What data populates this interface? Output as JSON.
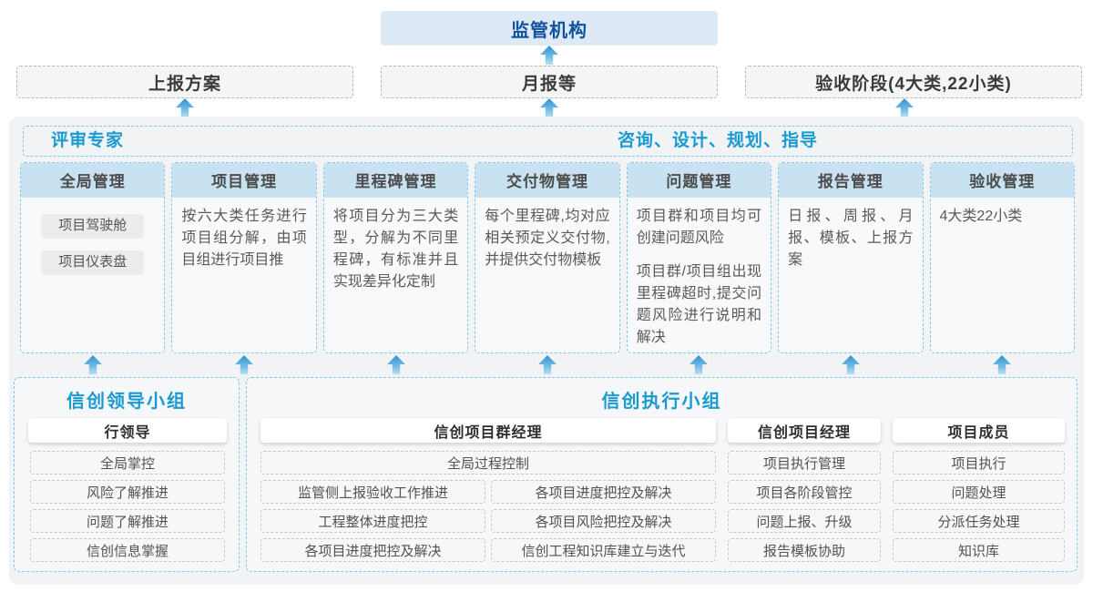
{
  "colors": {
    "accent_blue": "#1b9ad2",
    "dark_blue": "#10529e",
    "arrow_blue": "#2f93cf",
    "header_fill": "#c9e2f1"
  },
  "top_box": {
    "label": "监管机构"
  },
  "report_boxes": [
    "上报方案",
    "月报等",
    "验收阶段(4大类,22小类)"
  ],
  "experts_bar": {
    "left_label": "评审专家",
    "right_label": "咨询、设计、规划、指导"
  },
  "columns": [
    {
      "title": "全局管理",
      "tags": [
        "项目驾驶舱",
        "项目仪表盘"
      ],
      "paragraphs": []
    },
    {
      "title": "项目管理",
      "paragraphs": [
        "按六大类任务进行项目组分解，由项目组进行项目推"
      ]
    },
    {
      "title": "里程碑管理",
      "paragraphs": [
        "将项目分为三大类型，分解为不同里程碑，有标准并且实现差异化定制"
      ]
    },
    {
      "title": "交付物管理",
      "paragraphs": [
        "每个里程碑,均对应相关预定义交付物,并提供交付物模板"
      ]
    },
    {
      "title": "问题管理",
      "paragraphs": [
        "项目群和项目均可创建问题风险",
        "项目群/项目组出现里程碑超时,提交问题风险进行说明和解决"
      ]
    },
    {
      "title": "报告管理",
      "paragraphs": [
        "日报、周报、月报、模板、上报方案"
      ]
    },
    {
      "title": "验收管理",
      "paragraphs": [
        "4大类22小类"
      ]
    }
  ],
  "leader_group": {
    "title": "信创领导小组",
    "role": "行领导",
    "items": [
      "全局掌控",
      "风险了解推进",
      "问题了解推进",
      "信创信息掌握"
    ]
  },
  "exec_group": {
    "title": "信创执行小组",
    "pm_group": {
      "role": "信创项目群经理",
      "full_item": "全局过程控制",
      "left_items": [
        "监管侧上报验收工作推进",
        "工程整体进度把控",
        "各项目进度把控及解决"
      ],
      "right_items": [
        "各项目进度把控及解决",
        "各项目风险把控及解决",
        "信创工程知识库建立与迭代"
      ]
    },
    "pm": {
      "role": "信创项目经理",
      "items": [
        "项目执行管理",
        "项目各阶段管控",
        "问题上报、升级",
        "报告模板协助"
      ]
    },
    "member": {
      "role": "项目成员",
      "items": [
        "项目执行",
        "问题处理",
        "分派任务处理",
        "知识库"
      ]
    }
  }
}
